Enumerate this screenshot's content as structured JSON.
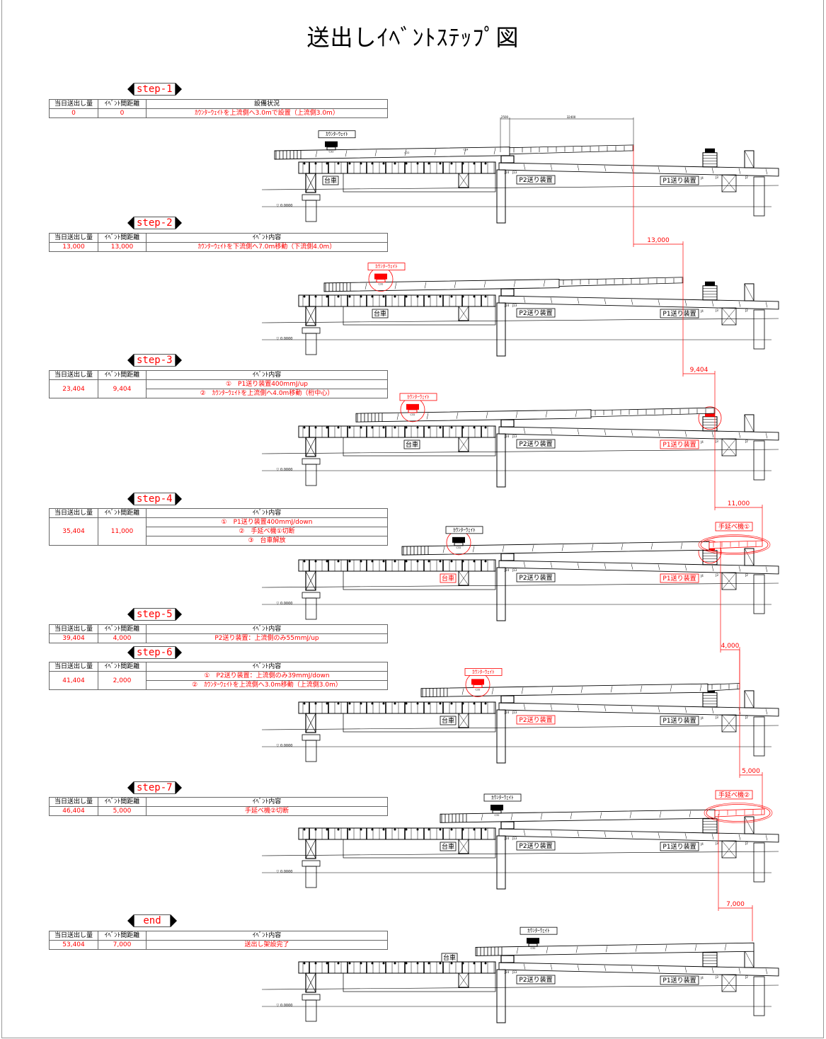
{
  "title": "送出しｲﾍﾞﾝﾄｽﾃｯﾌﾟ図",
  "table_headers": {
    "amount": "当日送出し量",
    "distance": "ｲﾍﾞﾝﾄ間距離"
  },
  "steps": [
    {
      "label": "step-1",
      "header": "設備状況",
      "amount": "0",
      "distance": "0",
      "events": [
        "ｶｳﾝﾀｰｳｪｲﾄを上流側へ3.0mで設置（上流側3.0m）"
      ]
    },
    {
      "label": "step-2",
      "header": "ｲﾍﾞﾝﾄ内容",
      "amount": "13,000",
      "distance": "13,000",
      "events": [
        "ｶｳﾝﾀｰｳｪｲﾄを下流側へ7.0m移動（下流側4.0m）"
      ]
    },
    {
      "label": "step-3",
      "header": "ｲﾍﾞﾝﾄ内容",
      "amount": "23,404",
      "distance": "9,404",
      "events": [
        "①　P1送り装置400mmJ/up",
        "②　ｶｳﾝﾀｰｳｪｲﾄを上流側へ4.0m移動（桁中心）"
      ]
    },
    {
      "label": "step-4",
      "header": "ｲﾍﾞﾝﾄ内容",
      "amount": "35,404",
      "distance": "11,000",
      "events": [
        "①　P1送り装置400mmJ/down",
        "②　手延べ機①切断",
        "③　台車解放"
      ]
    },
    {
      "label": "step-5",
      "header": "ｲﾍﾞﾝﾄ内容",
      "amount": "39,404",
      "distance": "4,000",
      "events": [
        "P2送り装置：上流側のみ55mmJ/up"
      ]
    },
    {
      "label": "step-6",
      "header": "ｲﾍﾞﾝﾄ内容",
      "amount": "41,404",
      "distance": "2,000",
      "events": [
        "①　P2送り装置：上流側のみ39mmJ/down",
        "②　ｶｳﾝﾀｰｳｪｲﾄを上流側へ3.0m移動（上流側3.0m）"
      ]
    },
    {
      "label": "step-7",
      "header": "ｲﾍﾞﾝﾄ内容",
      "amount": "46,404",
      "distance": "5,000",
      "events": [
        "手延べ機②切断"
      ]
    },
    {
      "label": "end",
      "header": "ｲﾍﾞﾝﾄ内容",
      "amount": "53,404",
      "distance": "7,000",
      "events": [
        "送出し架設完了"
      ]
    }
  ],
  "drawing_labels": {
    "counterweight": "ｶｳﾝﾀｰｳｪｲﾄ",
    "dolly": "台車",
    "p2_feed": "P2送り装置",
    "p1_feed": "P1送り装置",
    "nose1": "手延べ機①",
    "nose2": "手延べ機②",
    "datum": "▽ 0.0000",
    "j14": "J14",
    "j13": "J13",
    "j4": "J4",
    "j3": "J3",
    "j2": "J2",
    "c32": "C32",
    "c22": "C22",
    "c14": "C14"
  },
  "step1_dims": [
    "2500",
    "32400"
  ],
  "launch_dims": [
    "13,000",
    "9,404",
    "11,000",
    "4,000",
    "5,000",
    "7,000"
  ],
  "colors": {
    "highlight": "#ff0000",
    "line": "#000000"
  }
}
